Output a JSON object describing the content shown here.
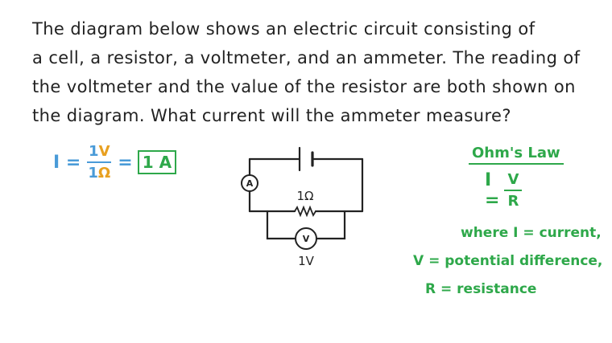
{
  "question": {
    "lines": [
      "The diagram below shows an electric circuit consisting of",
      "a cell, a resistor, a voltmeter, and an ammeter. The reading of",
      "the voltmeter and the value of the resistor are both shown on",
      "the diagram. What current will the ammeter measure?"
    ]
  },
  "calculation": {
    "lhs": "I =",
    "numerator_value": "1",
    "numerator_unit": "V",
    "denominator_value": "1",
    "denominator_unit": "Ω",
    "equals": "=",
    "answer": "1 A"
  },
  "circuit": {
    "resistor_label": "1Ω",
    "ammeter_symbol": "A",
    "voltmeter_symbol": "V",
    "voltmeter_reading": "1V"
  },
  "ohms_law": {
    "title": "Ohm's Law",
    "lhs": "I =",
    "numerator": "V",
    "denominator": "R",
    "definitions": [
      "where I = current,",
      "V = potential difference,",
      "R = resistance"
    ]
  },
  "colors": {
    "blue": "#4a9bd8",
    "orange": "#e8a020",
    "green": "#2ea84a",
    "ink": "#222222"
  }
}
